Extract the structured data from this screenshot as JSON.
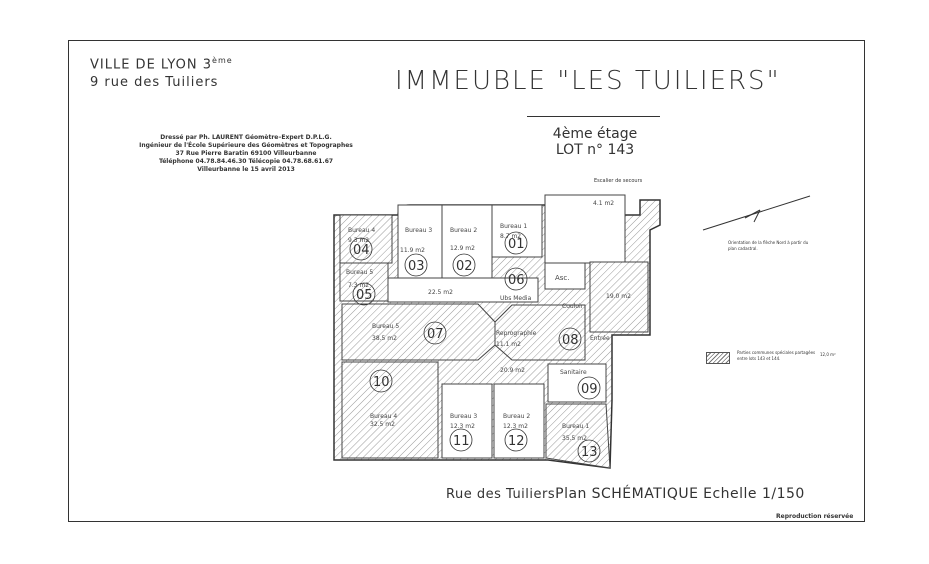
{
  "header": {
    "city_line": "VILLE DE LYON 3",
    "city_sup": "ème",
    "address": "9 rue des Tuiliers"
  },
  "title": "IMMEUBLE \"LES TUILIERS\"",
  "floor": {
    "level": "4ème étage",
    "lot": "LOT n° 143"
  },
  "surveyor": [
    "Dressé par Ph. LAURENT Géomètre–Expert D.P.L.G.",
    "Ingénieur de l'École Supérieure des Géomètres et Topographes",
    "37 Rue Pierre Baratin 69100 Villeurbanne",
    "Téléphone 04.78.84.46.30 Télécopie 04.78.68.61.67",
    "Villeurbanne le 15 avril 2013"
  ],
  "stair_label": "Escalier de secours",
  "north_note": "Orientation de la flèche Nord à partir du plan cadastral.",
  "legend": {
    "text": "Parties communes spéciales partagées entre lots 143 et 144.",
    "value": "12,0 m²"
  },
  "rooms": [
    {
      "id": "04",
      "name": "Bureau 4",
      "area": "9.3 m2"
    },
    {
      "id": "03",
      "name": "Bureau 3",
      "area": "11.9 m2"
    },
    {
      "id": "02",
      "name": "Bureau 2",
      "area": "12.9 m2"
    },
    {
      "id": "01",
      "name": "Bureau 1",
      "area": "8.7 m2"
    },
    {
      "id": "05",
      "name": "Bureau 5",
      "area": "7.3 m2"
    },
    {
      "id": "06",
      "name": "",
      "area": "22.5 m2"
    },
    {
      "id": "07",
      "name": "Bureau 5",
      "area": "38.5 m2"
    },
    {
      "id": "08",
      "name": "Reprographie",
      "area": "11.1 m2"
    },
    {
      "id": "09",
      "name": "Sanitaire",
      "area": "20.9 m2"
    },
    {
      "id": "10",
      "name": "Bureau 4",
      "area": "32.5 m2"
    },
    {
      "id": "11",
      "name": "Bureau 3",
      "area": "12.3 m2"
    },
    {
      "id": "12",
      "name": "Bureau 2",
      "area": "12.3 m2"
    },
    {
      "id": "13",
      "name": "Bureau 1",
      "area": "35.5 m2"
    }
  ],
  "extra_labels": {
    "lift": "Asc.",
    "ubs": "Ubs Media",
    "entree": "Entrée",
    "couloir": "Couloir",
    "common_area": "19.0 m2",
    "small_area": "4.1 m2"
  },
  "footer": {
    "street": "Rue des Tuiliers",
    "plan": "Plan",
    "schematic": "SCHÉMATIQUE",
    "scale": "Echelle 1/150"
  },
  "repro": "Reproduction réservée"
}
